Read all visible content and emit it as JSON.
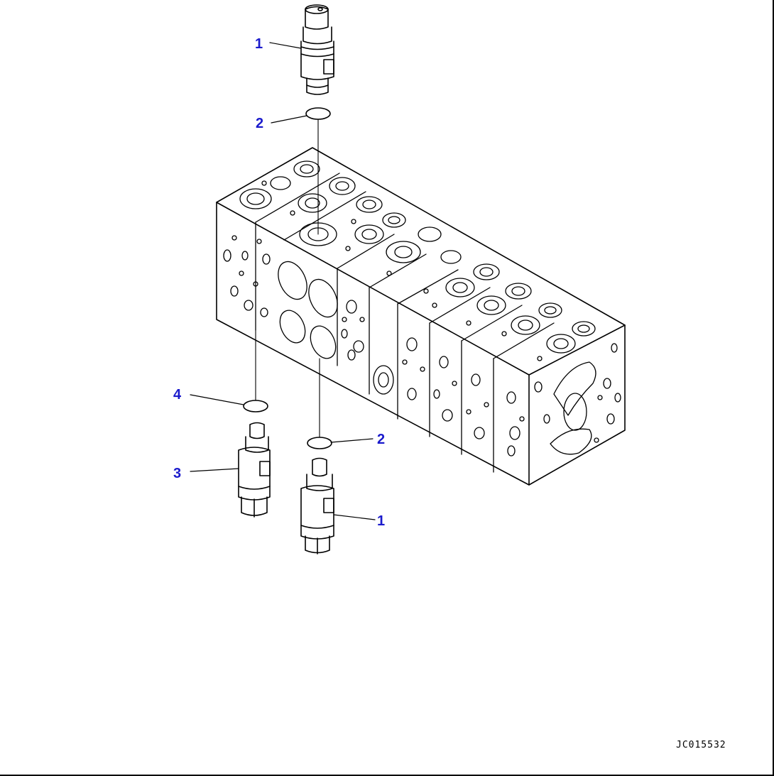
{
  "diagram": {
    "callouts": [
      {
        "id": "c1-top",
        "label": "1"
      },
      {
        "id": "c2-top",
        "label": "2"
      },
      {
        "id": "c4",
        "label": "4"
      },
      {
        "id": "c2-bottom",
        "label": "2"
      },
      {
        "id": "c3",
        "label": "3"
      },
      {
        "id": "c1-bottom",
        "label": "1"
      }
    ],
    "drawing_id": "JC015532",
    "colors": {
      "callout": "#1a1acc",
      "line": "#000000",
      "background": "#ffffff"
    }
  }
}
